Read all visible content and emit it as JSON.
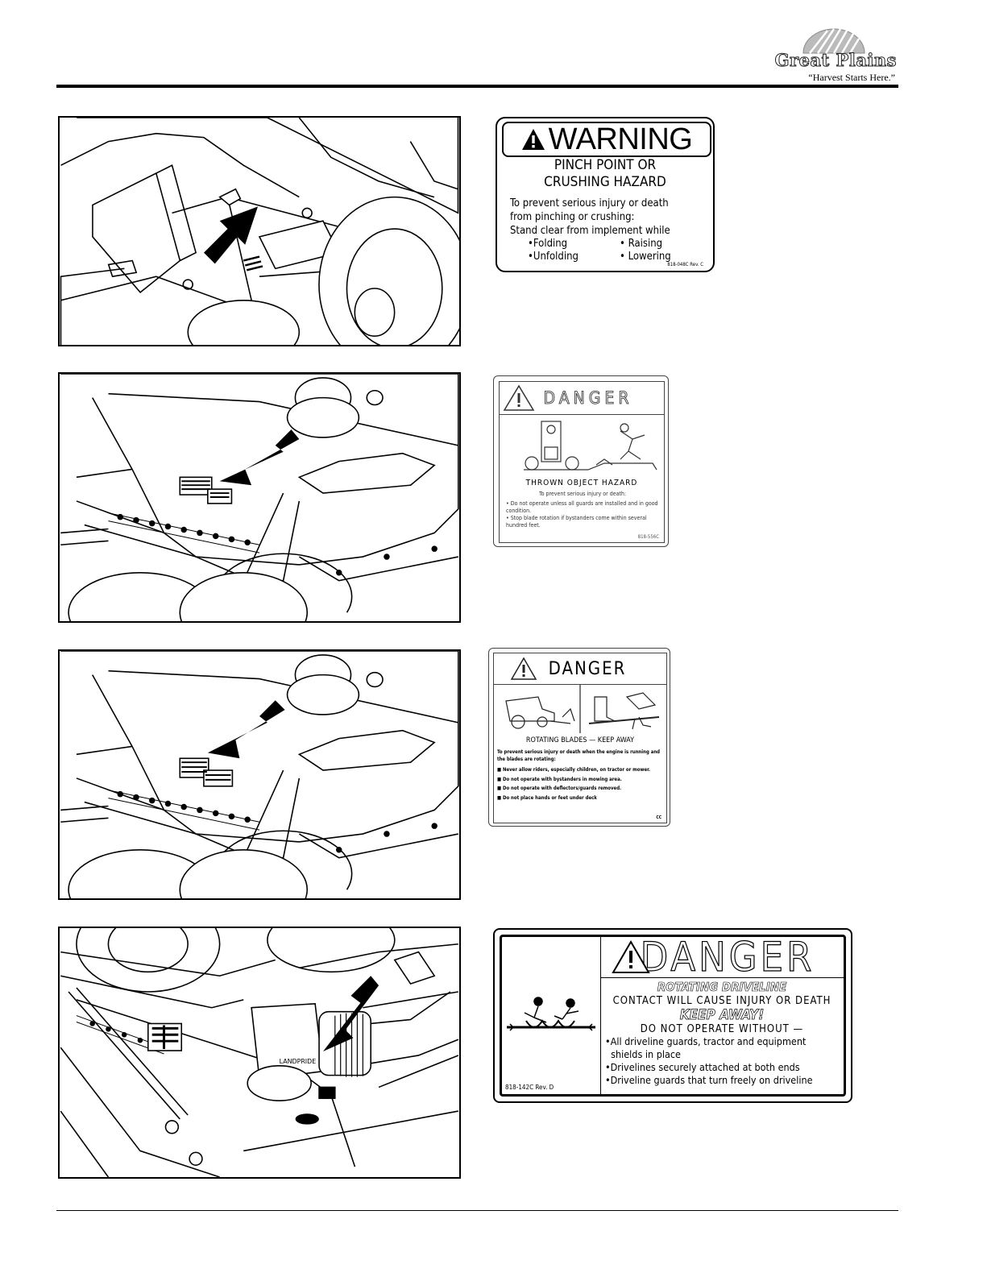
{
  "header": {
    "logo_name": "Great Plains",
    "logo_tagline": "“Harvest Starts Here.”"
  },
  "warning_decal": {
    "signal_word": "WARNING",
    "title_line1": "PINCH POINT OR",
    "title_line2": "CRUSHING HAZARD",
    "body_line1": "To prevent serious injury or death",
    "body_line2": "from pinching or crushing:",
    "body_line3": "Stand clear from implement while",
    "items": [
      "•Folding",
      "•Unfolding",
      "• Raising",
      "• Lowering"
    ],
    "code": "818-048C Rev. C"
  },
  "danger_decal_thrown": {
    "signal_word": "DANGER",
    "title": "THROWN OBJECT HAZARD",
    "intro": "To prevent serious injury or death:",
    "item1": "•  Do not operate unless all guards are installed and in good condition.",
    "item2": "•  Stop blade rotation if bystanders come within several hundred feet.",
    "code": "818-556C"
  },
  "danger_decal_blades": {
    "signal_word": "DANGER",
    "title": "ROTATING BLADES — KEEP AWAY",
    "intro": "To prevent serious injury or death when the engine is running and the blades are rotating:",
    "items": [
      "■  Never allow riders, especially children, on tractor or mower.",
      "■  Do not operate with bystanders in mowing area.",
      "■  Do not operate with deflectors/guards removed.",
      "■  Do not place hands or feet under deck"
    ],
    "code": "CC"
  },
  "danger_decal_driveline": {
    "signal_word": "DANGER",
    "subtitle": "ROTATING DRIVELINE",
    "contact": "CONTACT WILL CAUSE INJURY OR DEATH",
    "keep_away": "KEEP AWAY!",
    "do_not": "DO NOT OPERATE WITHOUT —",
    "items": [
      "•All driveline guards, tractor and equipment",
      "  shields in place",
      "•Drivelines securely attached at both ends",
      "•Driveline guards that turn freely on driveline"
    ],
    "code": "818-142C Rev. D"
  },
  "photos": {
    "photo4_brand": "LANDPRIDE"
  }
}
